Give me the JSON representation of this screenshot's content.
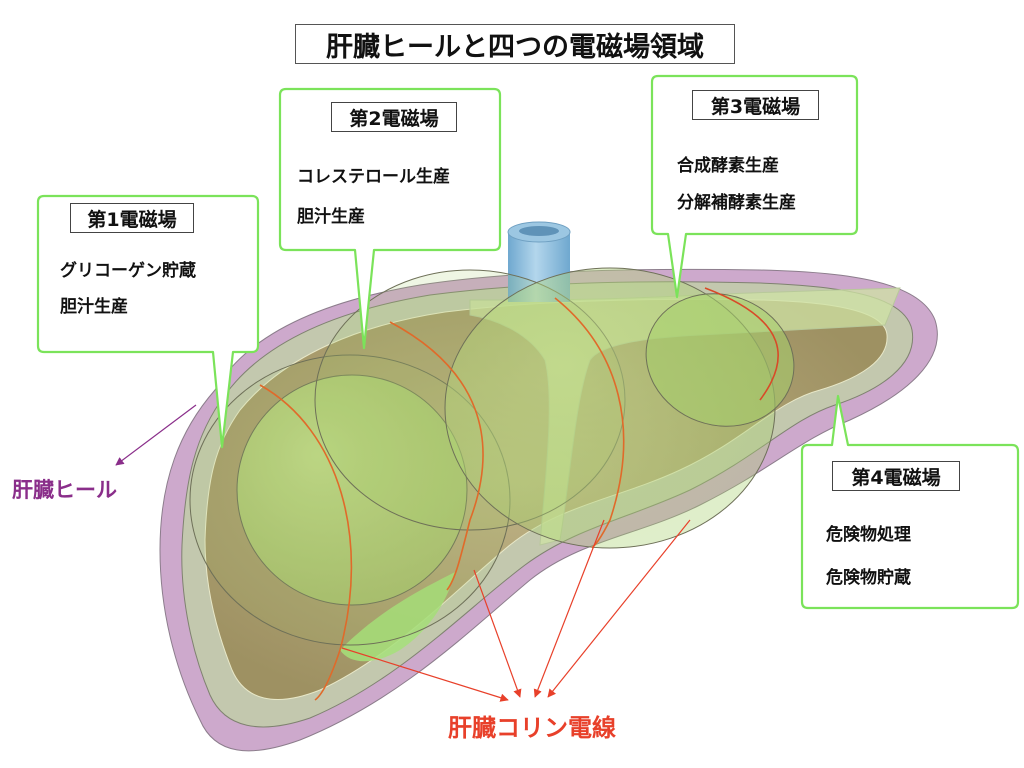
{
  "title": "肝臓ヒールと四つの電磁場領域",
  "colors": {
    "callout_border": "#7be35a",
    "heel": "#cda9cc",
    "heel_label": "#8a2e8a",
    "wire": "#e8402a",
    "field_fill": "#a8d36a",
    "liver_body": "#a89c6c",
    "outer_shell": "#c3c8ae",
    "vessel": "#7fb6d8"
  },
  "fields": [
    {
      "heading": "第1電磁場",
      "lines": [
        "グリコーゲン貯蔵",
        "胆汁生産"
      ]
    },
    {
      "heading": "第2電磁場",
      "lines": [
        "コレステロール生産",
        "胆汁生産"
      ]
    },
    {
      "heading": "第3電磁場",
      "lines": [
        "合成酵素生産",
        "分解補酵素生産"
      ]
    },
    {
      "heading": "第4電磁場",
      "lines": [
        "危険物処理",
        "危険物貯蔵"
      ]
    }
  ],
  "labels": {
    "heel": "肝臓ヒール",
    "wire": "肝臓コリン電線"
  }
}
